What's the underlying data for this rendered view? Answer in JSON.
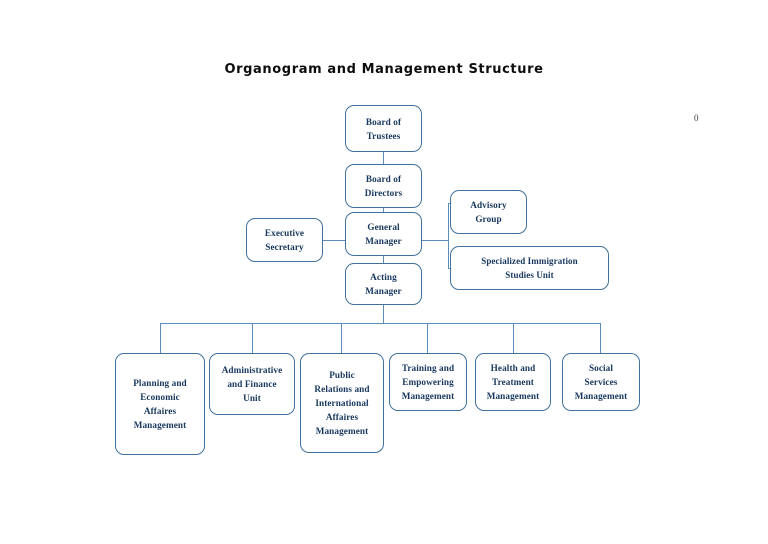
{
  "document": {
    "title": "Organogram and Management Structure",
    "page_marker": "0"
  },
  "theme": {
    "box_border": "#41719c",
    "text_color": "#17375e",
    "line_color": "#5b8db8",
    "background": "#ffffff",
    "title_color": "#0d0d0d"
  },
  "chart_data": {
    "type": "diagram",
    "diagram_kind": "organizational-chart",
    "title": "Organogram and Management Structure",
    "nodes": [
      {
        "id": "board-of-trustees",
        "lines": [
          "Board of",
          "Trustees"
        ],
        "level": 0
      },
      {
        "id": "board-of-directors",
        "lines": [
          "Board of",
          "Directors"
        ],
        "level": 1
      },
      {
        "id": "general-manager",
        "lines": [
          "General",
          "Manager"
        ],
        "level": 2
      },
      {
        "id": "executive-secretary",
        "lines": [
          "Executive",
          "Secretary"
        ],
        "level": 2,
        "side": "left"
      },
      {
        "id": "advisory-group",
        "lines": [
          "Advisory",
          "Group"
        ],
        "level": 2,
        "side": "right"
      },
      {
        "id": "specialized-immigration-studies-unit",
        "lines": [
          "Specialized  Immigration",
          "Studies Unit"
        ],
        "level": 2,
        "side": "right"
      },
      {
        "id": "acting-manager",
        "lines": [
          "Acting",
          "Manager"
        ],
        "level": 3
      },
      {
        "id": "planning-and-economic-affaires-management",
        "lines": [
          "Planning  and",
          "Economic",
          "Affaires",
          "Management"
        ],
        "level": 4
      },
      {
        "id": "administrative-and-finance-unit",
        "lines": [
          "Administrative",
          "and Finance",
          "Unit"
        ],
        "level": 4
      },
      {
        "id": "public-relations-and-international-affaires-management",
        "lines": [
          "Public",
          "Relations  and",
          "International",
          "Affaires",
          "Management"
        ],
        "level": 4
      },
      {
        "id": "training-and-empowering-management",
        "lines": [
          "Training  and",
          "Empowering",
          "Management"
        ],
        "level": 4
      },
      {
        "id": "health-and-treatment-management",
        "lines": [
          "Health and",
          "Treatment",
          "Management"
        ],
        "level": 4
      },
      {
        "id": "social-services-management",
        "lines": [
          "Social",
          "Services",
          "Management"
        ],
        "level": 4
      }
    ],
    "edges": [
      {
        "from": "board-of-trustees",
        "to": "board-of-directors"
      },
      {
        "from": "board-of-directors",
        "to": "general-manager"
      },
      {
        "from": "general-manager",
        "to": "executive-secretary"
      },
      {
        "from": "general-manager",
        "to": "advisory-group"
      },
      {
        "from": "general-manager",
        "to": "specialized-immigration-studies-unit"
      },
      {
        "from": "general-manager",
        "to": "acting-manager"
      },
      {
        "from": "acting-manager",
        "to": "planning-and-economic-affaires-management"
      },
      {
        "from": "acting-manager",
        "to": "administrative-and-finance-unit"
      },
      {
        "from": "acting-manager",
        "to": "public-relations-and-international-affaires-management"
      },
      {
        "from": "acting-manager",
        "to": "training-and-empowering-management"
      },
      {
        "from": "acting-manager",
        "to": "health-and-treatment-management"
      },
      {
        "from": "acting-manager",
        "to": "social-services-management"
      }
    ]
  }
}
